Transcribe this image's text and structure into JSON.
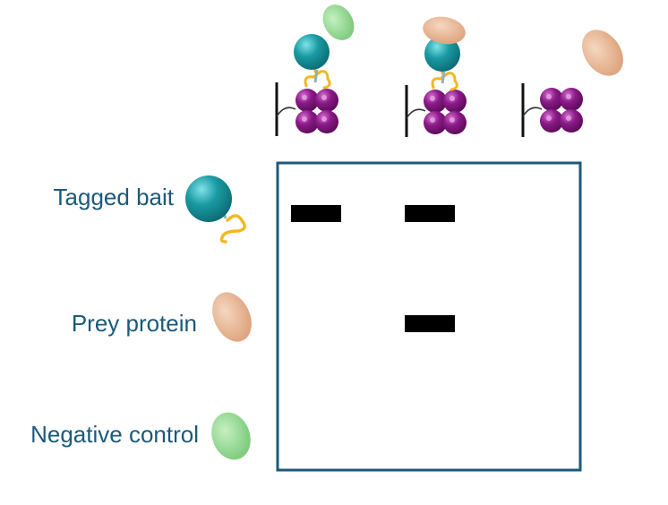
{
  "legend": {
    "tagged_bait": "Tagged bait",
    "prey_protein": "Prey protein",
    "negative_control": "Negative control"
  },
  "colors": {
    "frame": "#1b5a7a",
    "label_text": "#1b5a7a",
    "bait": "#1a9aa3",
    "tag": "#f2b820",
    "prey": "#e8b48e",
    "negative_control": "#8fd88d",
    "bead": "#8a1a86",
    "band": "#000000",
    "stick": "#111111"
  },
  "lanes": [
    {
      "bound_bait": true,
      "bound_prey": false,
      "free_protein": "negative-control"
    },
    {
      "bound_bait": true,
      "bound_prey": true,
      "free_protein": null
    },
    {
      "bound_bait": false,
      "bound_prey": false,
      "free_protein": "prey-protein"
    }
  ],
  "bands": [
    {
      "lane": 1,
      "row": "tagged-bait"
    },
    {
      "lane": 2,
      "row": "tagged-bait"
    },
    {
      "lane": 2,
      "row": "prey-protein"
    }
  ]
}
